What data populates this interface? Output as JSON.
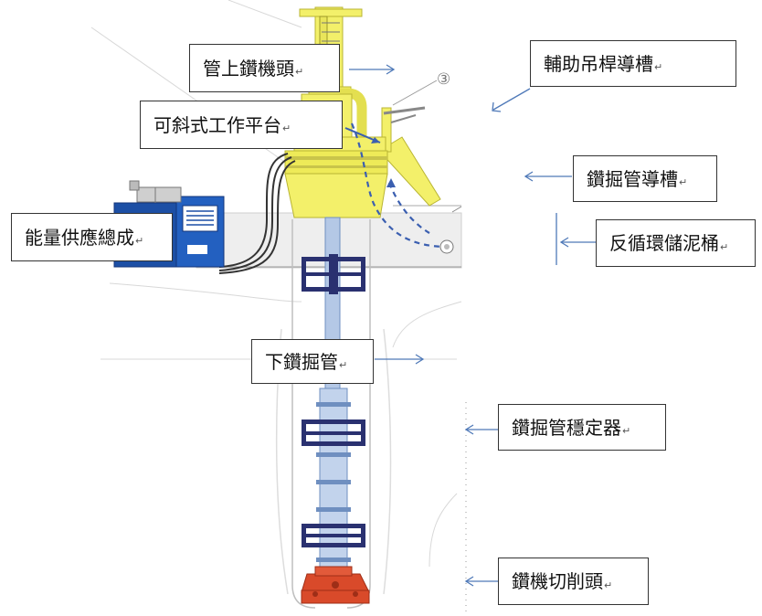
{
  "labels": {
    "top_drive": "管上鑽機頭",
    "tilting_platform": "可斜式工作平台",
    "power_unit": "能量供應總成",
    "lower_drill_pipe": "下鑽掘管",
    "crane_guide": "輔助吊桿導槽",
    "pipe_guide": "鑽掘管導槽",
    "mud_tank": "反循環儲泥桶",
    "stabilizer": "鑽掘管穩定器",
    "cutter_head": "鑽機切削頭"
  },
  "paragraph_mark": "↵",
  "circled_number": "③",
  "colors": {
    "yellow": "#f3f06a",
    "yellow_dark": "#b9b533",
    "pipe_blue": "#b4c8e6",
    "pipe_blue_dark": "#6f8fc0",
    "stabilizer_navy": "#2a3170",
    "power_blue": "#1c4fa5",
    "cutter_red": "#d94a2a",
    "arrow_blue": "#4f79b8",
    "dashed_blue": "#3b5fb0",
    "ground_gray": "#e6e6e6"
  }
}
